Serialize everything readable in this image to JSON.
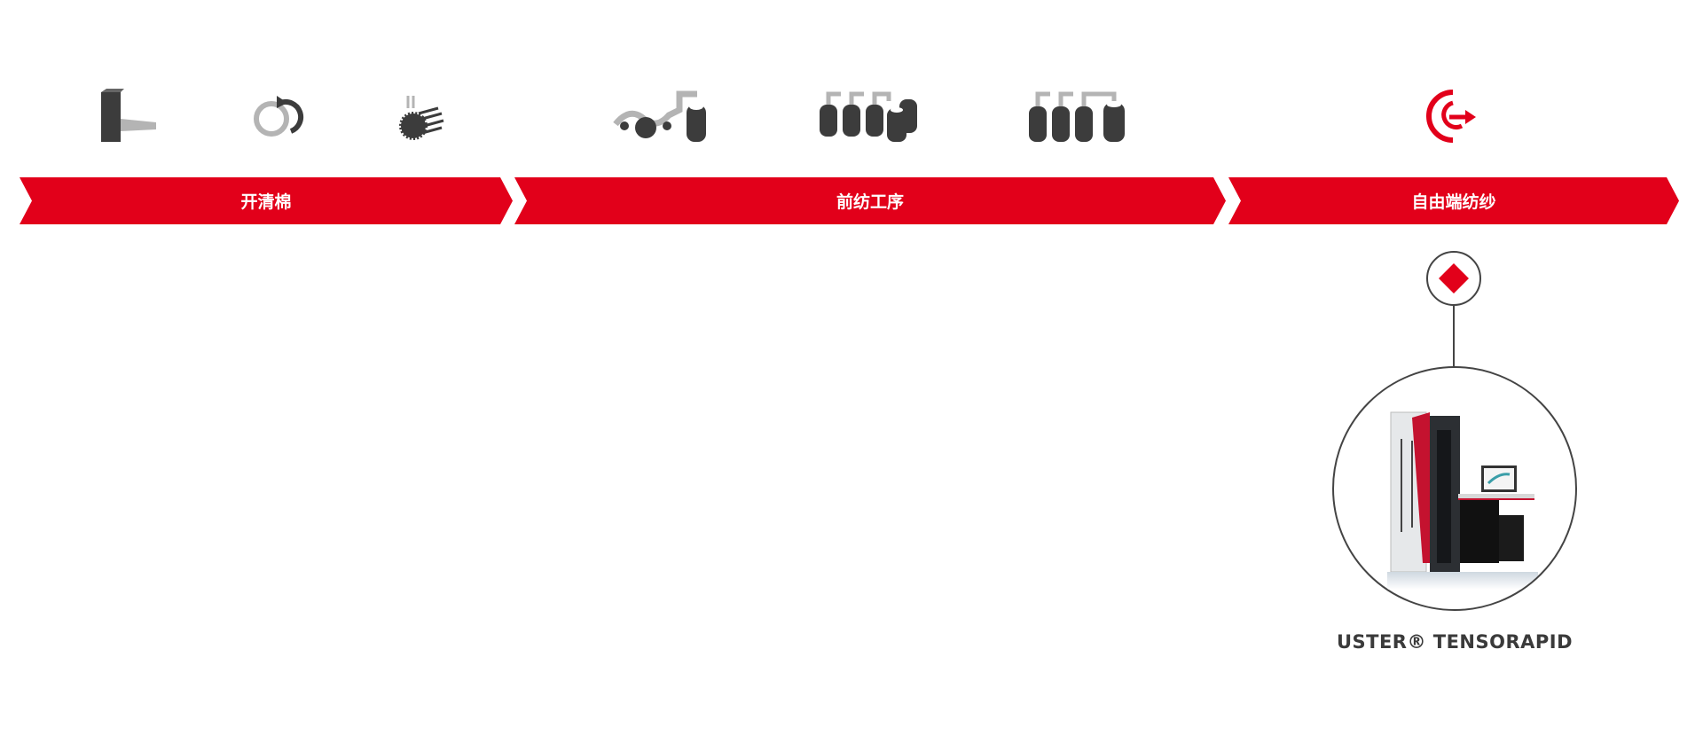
{
  "process_icons": [
    {
      "name": "bale-opener-icon",
      "color": "#3c3c3c"
    },
    {
      "name": "cleaning-cycle-icon",
      "color": "#3c3c3c"
    },
    {
      "name": "carding-drum-icon",
      "color": "#3c3c3c"
    },
    {
      "name": "carding-sliver-can-icon",
      "color": "#3c3c3c"
    },
    {
      "name": "drawframe-cans-icon",
      "color": "#3c3c3c"
    },
    {
      "name": "drawframe-cans-2-icon",
      "color": "#3c3c3c"
    },
    {
      "name": "rotor-spinning-icon",
      "color": "#e2001a"
    }
  ],
  "stages": [
    {
      "label": "开清棉"
    },
    {
      "label": "前纺工序"
    },
    {
      "label": "自由端纺纱"
    }
  ],
  "product": {
    "name": "USTER® TENSORAPID",
    "marker_icon": "red-diamond-icon"
  },
  "colors": {
    "accent": "#e2001a",
    "dark": "#3c3c3c",
    "light": "#b4b4b4"
  }
}
